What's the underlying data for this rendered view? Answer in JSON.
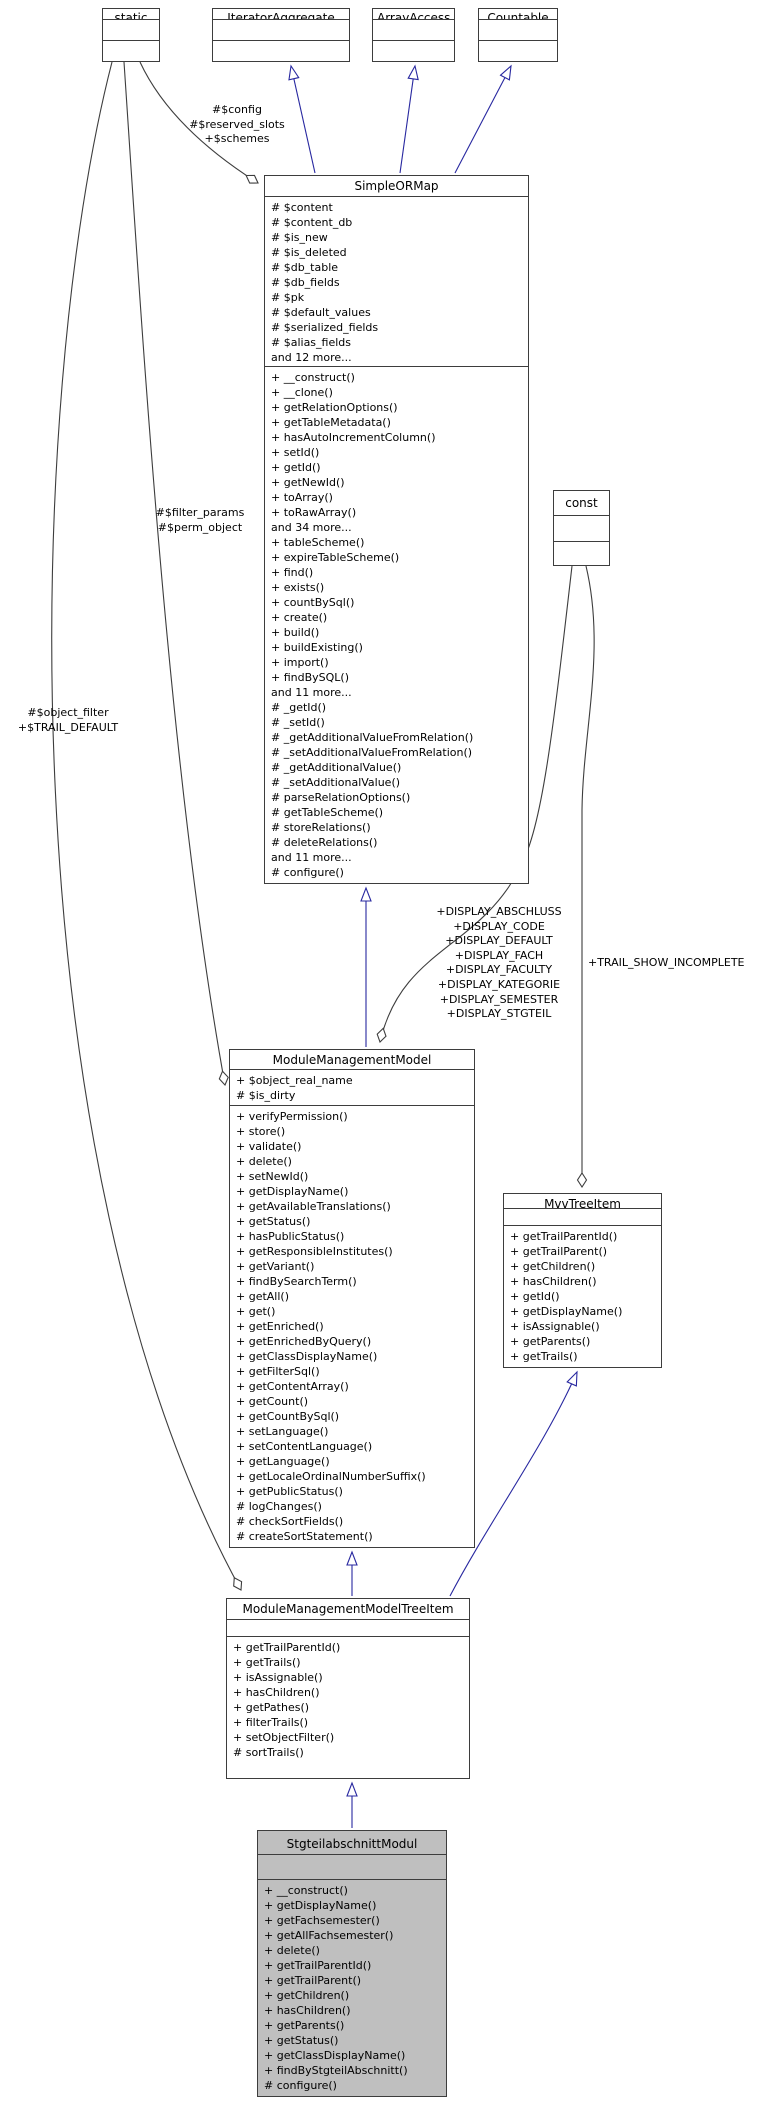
{
  "diagram": {
    "classes": {
      "static_box": {
        "name": "static"
      },
      "iterator_aggregate": {
        "name": "IteratorAggregate"
      },
      "array_access": {
        "name": "ArrayAccess"
      },
      "countable": {
        "name": "Countable"
      },
      "const_box": {
        "name": "const"
      },
      "simple_or_map": {
        "name": "SimpleORMap",
        "attributes": [
          "# $content",
          "# $content_db",
          "# $is_new",
          "# $is_deleted",
          "# $db_table",
          "# $db_fields",
          "# $pk",
          "# $default_values",
          "# $serialized_fields",
          "# $alias_fields",
          "and 12 more..."
        ],
        "methods": [
          "+ __construct()",
          "+ __clone()",
          "+ getRelationOptions()",
          "+ getTableMetadata()",
          "+ hasAutoIncrementColumn()",
          "+ setId()",
          "+ getId()",
          "+ getNewId()",
          "+ toArray()",
          "+ toRawArray()",
          "and 34 more...",
          "+ tableScheme()",
          "+ expireTableScheme()",
          "+ find()",
          "+ exists()",
          "+ countBySql()",
          "+ create()",
          "+ build()",
          "+ buildExisting()",
          "+ import()",
          "+ findBySQL()",
          "and 11 more...",
          "# _getId()",
          "# _setId()",
          "# _getAdditionalValueFromRelation()",
          "# _setAdditionalValueFromRelation()",
          "# _getAdditionalValue()",
          "# _setAdditionalValue()",
          "# parseRelationOptions()",
          "# getTableScheme()",
          "# storeRelations()",
          "# deleteRelations()",
          "and 11 more...",
          "# configure()"
        ]
      },
      "module_management_model": {
        "name": "ModuleManagementModel",
        "attributes": [
          "+ $object_real_name",
          "# $is_dirty"
        ],
        "methods": [
          "+ verifyPermission()",
          "+ store()",
          "+ validate()",
          "+ delete()",
          "+ setNewId()",
          "+ getDisplayName()",
          "+ getAvailableTranslations()",
          "+ getStatus()",
          "+ hasPublicStatus()",
          "+ getResponsibleInstitutes()",
          "+ getVariant()",
          "+ findBySearchTerm()",
          "+ getAll()",
          "+ get()",
          "+ getEnriched()",
          "+ getEnrichedByQuery()",
          "+ getClassDisplayName()",
          "+ getFilterSql()",
          "+ getContentArray()",
          "+ getCount()",
          "+ getCountBySql()",
          "+ setLanguage()",
          "+ setContentLanguage()",
          "+ getLanguage()",
          "+ getLocaleOrdinalNumberSuffix()",
          "+ getPublicStatus()",
          "# logChanges()",
          "# checkSortFields()",
          "# createSortStatement()"
        ]
      },
      "mvv_tree_item": {
        "name": "MvvTreeItem",
        "attributes": [],
        "methods": [
          "+ getTrailParentId()",
          "+ getTrailParent()",
          "+ getChildren()",
          "+ hasChildren()",
          "+ getId()",
          "+ getDisplayName()",
          "+ isAssignable()",
          "+ getParents()",
          "+ getTrails()"
        ]
      },
      "module_management_model_tree_item": {
        "name": "ModuleManagementModelTreeItem",
        "attributes": [],
        "methods": [
          "+ getTrailParentId()",
          "+ getTrails()",
          "+ isAssignable()",
          "+ hasChildren()",
          "+ getPathes()",
          "+ filterTrails()",
          "+ setObjectFilter()",
          "# sortTrails()"
        ]
      },
      "stgteilabschnitt_modul": {
        "name": "StgteilabschnittModul",
        "attributes": [],
        "methods": [
          "+ __construct()",
          "+ getDisplayName()",
          "+ getFachsemester()",
          "+ getAllFachsemester()",
          "+ delete()",
          "+ getTrailParentId()",
          "+ getTrailParent()",
          "+ getChildren()",
          "+ hasChildren()",
          "+ getParents()",
          "+ getStatus()",
          "+ getClassDisplayName()",
          "+ findByStgteilAbschnitt()",
          "# configure()"
        ]
      }
    },
    "edge_labels": {
      "config": "#$config\n#$reserved_slots\n+$schemes",
      "filter_params": "#$filter_params\n#$perm_object",
      "object_filter": "#$object_filter\n+$TRAIL_DEFAULT",
      "display_consts": "+DISPLAY_ABSCHLUSS\n+DISPLAY_CODE\n+DISPLAY_DEFAULT\n+DISPLAY_FACH\n+DISPLAY_FACULTY\n+DISPLAY_KATEGORIE\n+DISPLAY_SEMESTER\n+DISPLAY_STGTEIL",
      "trail_show_incomplete": "+TRAIL_SHOW_INCOMPLETE"
    },
    "colors": {
      "inheritance_edge": "#2828a0",
      "association_edge": "#3d3d3d",
      "box_border": "#3d3d3d",
      "box_fill": "#ffffff",
      "selected_fill": "#bfbfbf",
      "text": "#000000",
      "background": "#ffffff"
    }
  }
}
